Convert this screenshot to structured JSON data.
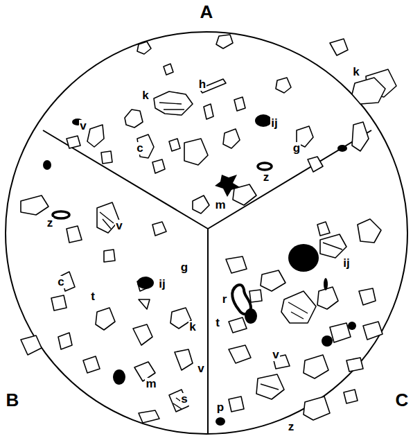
{
  "diagram": {
    "labels": [
      "A",
      "h",
      "k",
      "k",
      "v",
      "ij",
      "g",
      "c",
      "z",
      "m",
      "z",
      "v",
      "c",
      "g",
      "ij",
      "t",
      "k",
      "v",
      "m",
      "s",
      "B",
      "ij",
      "r",
      "t",
      "v",
      "z",
      "p",
      "C"
    ]
  }
}
